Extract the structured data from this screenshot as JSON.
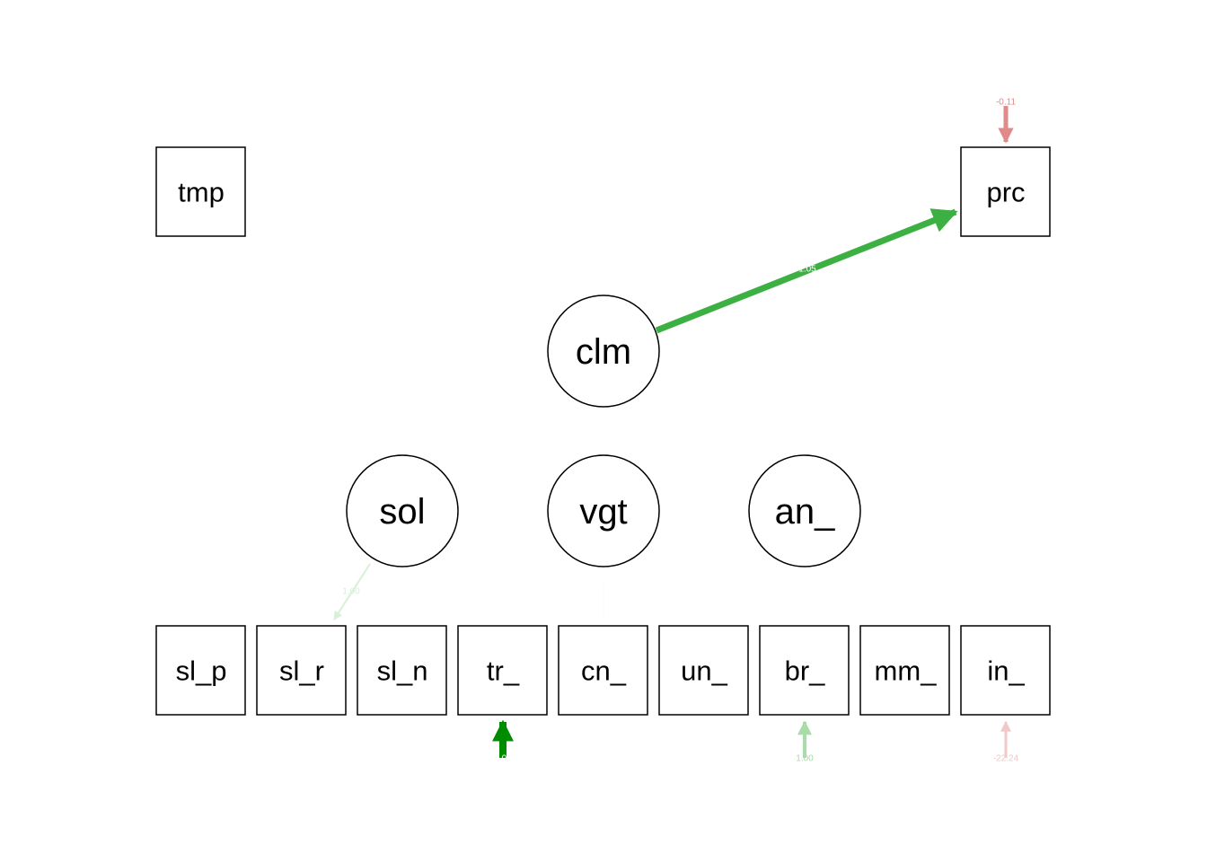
{
  "nodes": {
    "tmp": "tmp",
    "prc": "prc",
    "clm": "clm",
    "sol": "sol",
    "vgt": "vgt",
    "an": "an_",
    "sl_p": "sl_p",
    "sl_r": "sl_r",
    "sl_n": "sl_n",
    "tr": "tr_",
    "cn": "cn_",
    "un": "un_",
    "br": "br_",
    "mm": "mm_",
    "in": "in_"
  },
  "edges": {
    "clm_prc": "1.05",
    "prc_resid": "-0.11",
    "sol_slr": "1.00",
    "tr_resid": "1.00",
    "br_resid": "1.00",
    "in_resid": "-22.24"
  },
  "colors": {
    "positive": "#3cb043",
    "strong_positive": "#008c00",
    "negative": "#e08a8a"
  }
}
